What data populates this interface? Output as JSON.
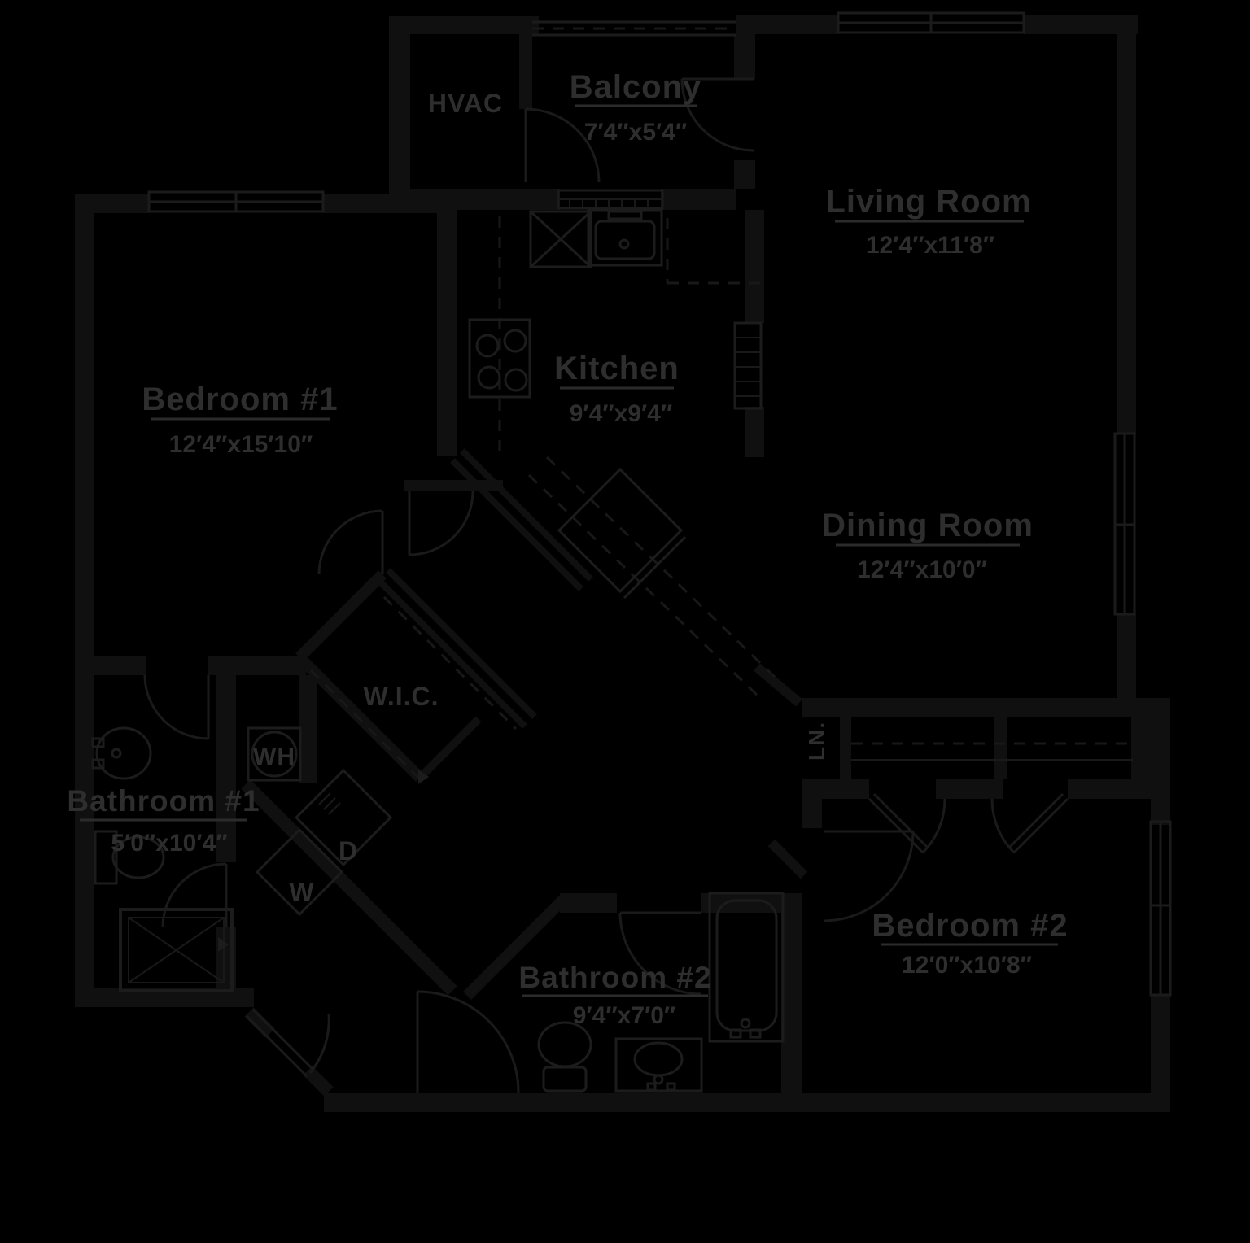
{
  "title": "Apartment floor plan",
  "colors": {
    "background": "#000000",
    "walls": "#101010",
    "linework": "#1b1b1b",
    "text": "#2e2e2e"
  },
  "rooms": {
    "balcony": {
      "name": "Balcony",
      "dims": "7′4″x5′4″"
    },
    "living": {
      "name": "Living Room",
      "dims": "12′4″x11′8″"
    },
    "bedroom1": {
      "name": "Bedroom #1",
      "dims": "12′4″x15′10″"
    },
    "kitchen": {
      "name": "Kitchen",
      "dims": "9′4″x9′4″"
    },
    "dining": {
      "name": "Dining Room",
      "dims": "12′4″x10′0″"
    },
    "bathroom1": {
      "name": "Bathroom #1",
      "dims": "5′0″x10′4″"
    },
    "bathroom2": {
      "name": "Bathroom #2",
      "dims": "9′4″x7′0″"
    },
    "bedroom2": {
      "name": "Bedroom #2",
      "dims": "12′0″x10′8″"
    }
  },
  "labels": {
    "hvac": "HVAC",
    "wic": "W.I.C.",
    "water_heater": "WH",
    "dryer": "D",
    "washer": "W",
    "linen": "LN."
  }
}
